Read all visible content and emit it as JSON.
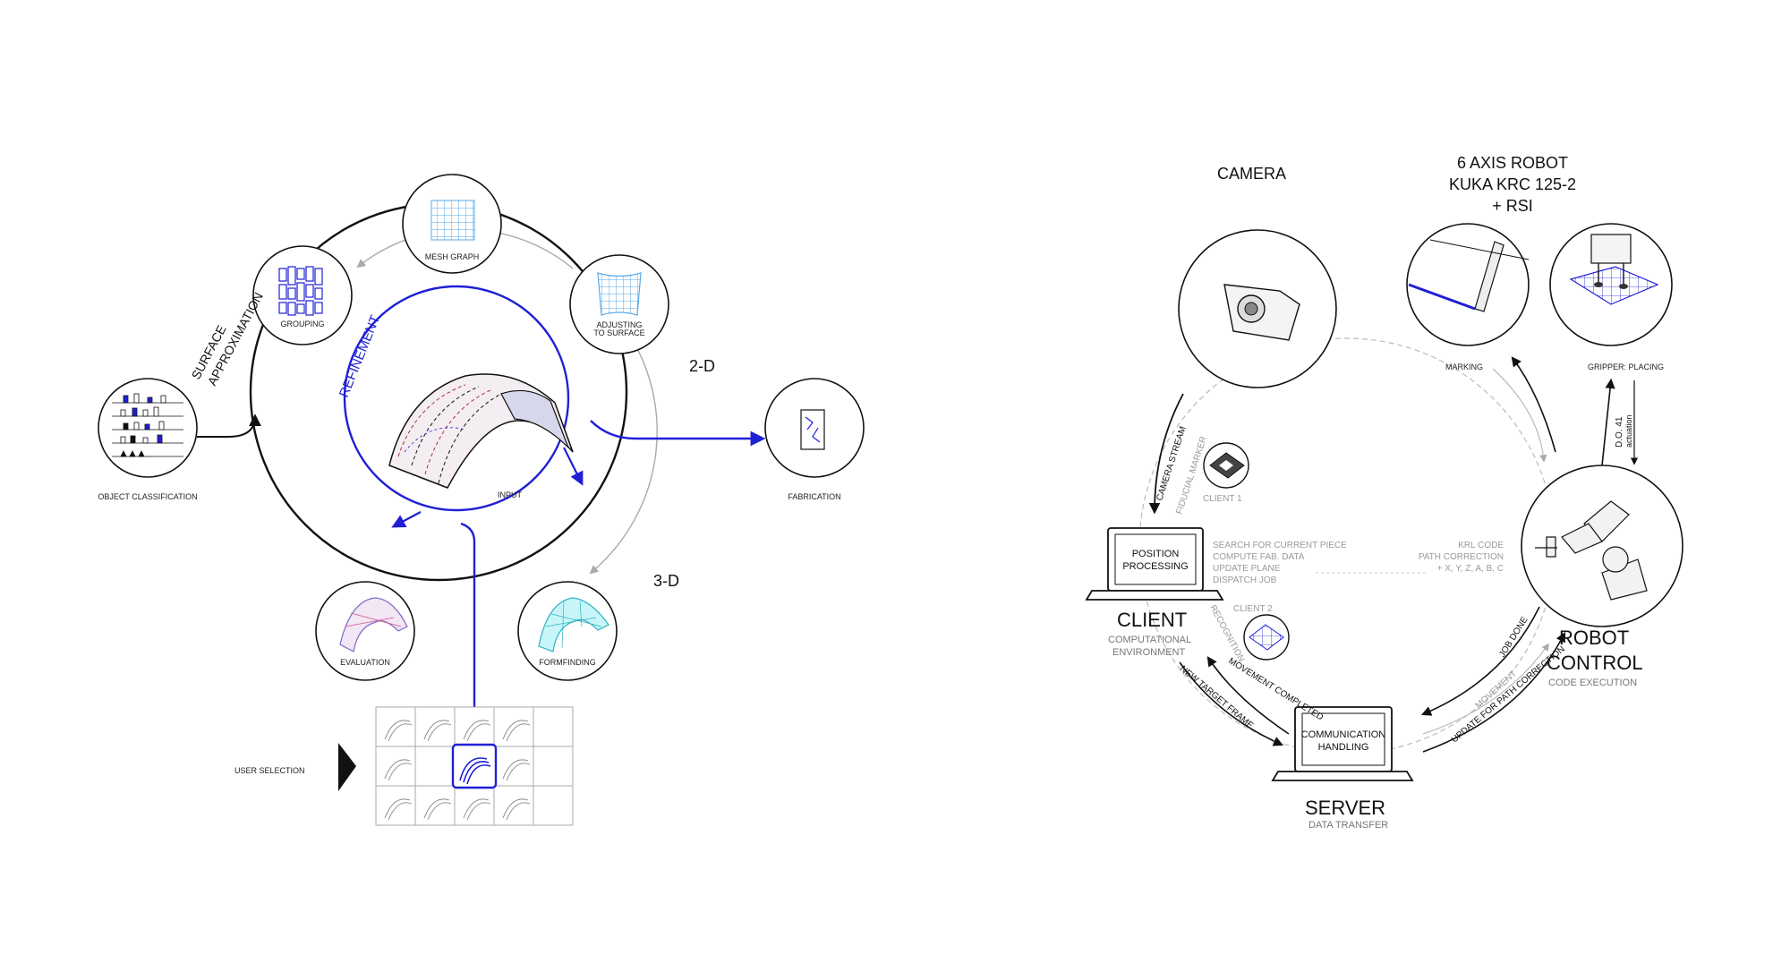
{
  "colors": {
    "ink": "#111111",
    "blue": "#1f1fd6",
    "light_blue": "#5aa8e6",
    "cyan": "#7fe6ee",
    "gray": "#9a9a9a",
    "light_gray": "#c8c8c8"
  },
  "left_diagram": {
    "surface_approximation": [
      "SURFACE",
      "APPROXIMATION"
    ],
    "refinement": "REFINEMENT",
    "label_2d": "2-D",
    "label_3d": "3-D",
    "user_selection": "USER SELECTION",
    "nodes": {
      "mesh_graph": "MESH GRAPH",
      "grouping": "GROUPING",
      "adjusting": [
        "ADJUSTING",
        "TO SURFACE"
      ],
      "object_classification": "OBJECT CLASSIFICATION",
      "input": "INPUT",
      "fabrication": "FABRICATION",
      "evaluation": "EVALUATION",
      "formfinding": "FORMFINDING"
    }
  },
  "right_diagram": {
    "camera": "CAMERA",
    "robot_title": [
      "6 AXIS ROBOT",
      "KUKA KRC 125-2",
      "+ RSI"
    ],
    "marking": "MARKING",
    "gripper": "GRIPPER: PLACING",
    "do41": [
      "D.O. 41",
      "actuation"
    ],
    "camera_stream": "CAMERA STREAM",
    "fiducial_marker": "FIDUCIAL MARKER",
    "client1": "CLIENT 1",
    "client2": "CLIENT 2",
    "recognition": "RECOGNITION",
    "position_processing": [
      "POSITION",
      "PROCESSING"
    ],
    "client_tasks": [
      "SEARCH FOR CURRENT PIECE",
      "COMPUTE FAB. DATA",
      "UPDATE PLANE",
      "DISPATCH JOB"
    ],
    "krl_lines": [
      "KRL CODE",
      "PATH CORRECTION",
      "+ X, Y, Z, A, B, C"
    ],
    "client_title": "CLIENT",
    "client_sub": [
      "COMPUTATIONAL",
      "ENVIRONMENT"
    ],
    "robot_control": [
      "ROBOT",
      "CONTROL"
    ],
    "code_execution": "CODE EXECUTION",
    "job_done": "JOB DONE",
    "movement": "MOVEMENT",
    "update_path": "UPDATE FOR PATH CORRECTION",
    "movement_completed": "MOVEMENT COMPLETED",
    "new_target_frame": "NEW TARGET FRAME",
    "communication_handling": [
      "COMMUNICATION",
      "HANDLING"
    ],
    "server_title": "SERVER",
    "data_transfer": "DATA TRANSFER"
  }
}
